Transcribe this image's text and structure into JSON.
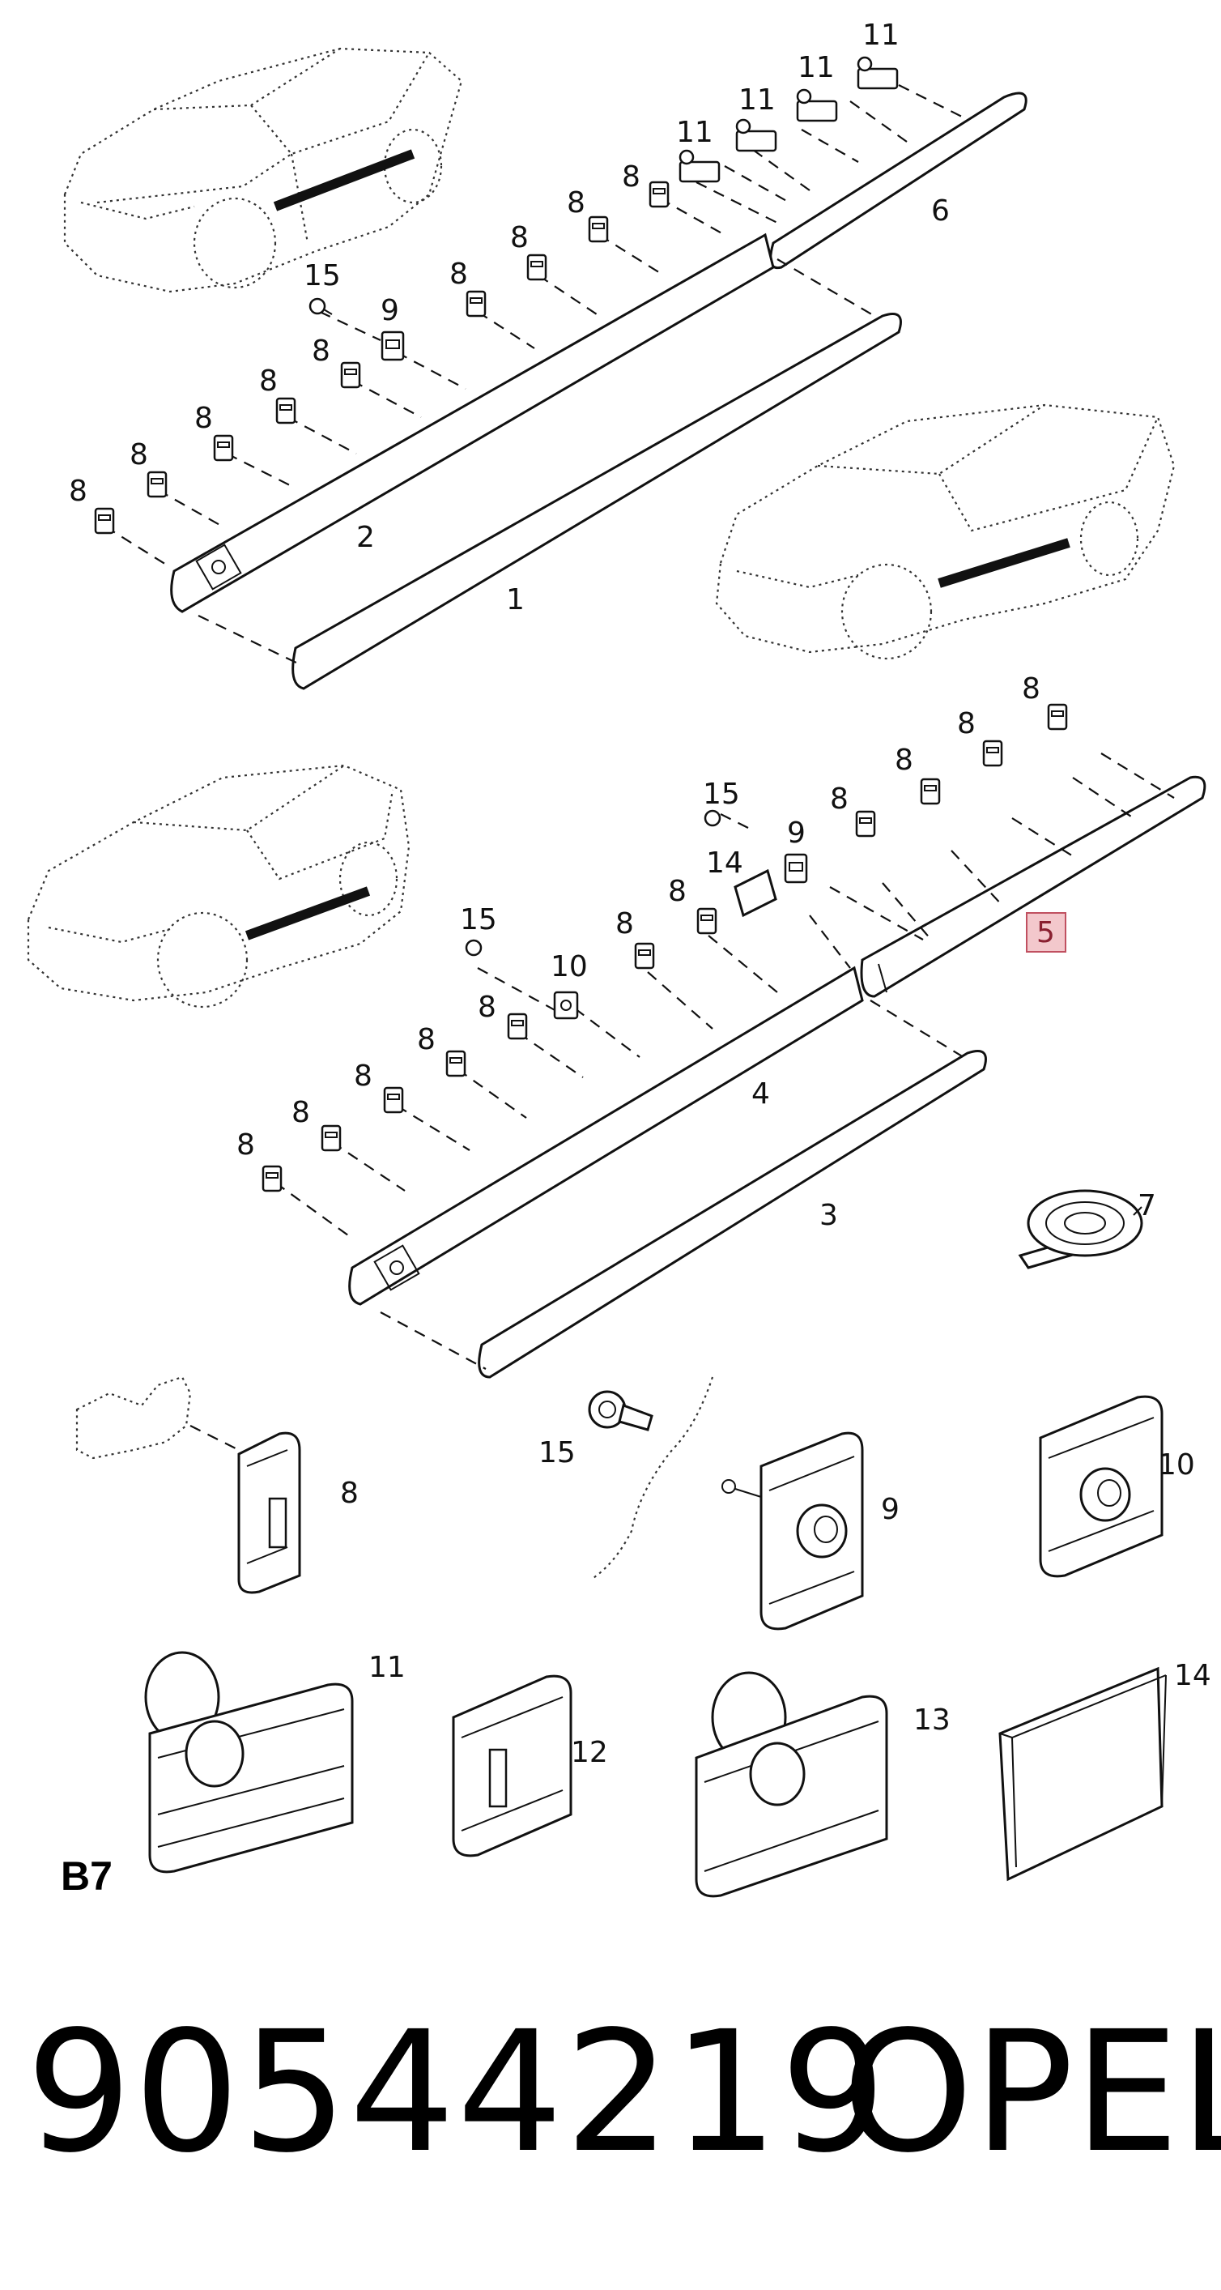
{
  "diagram": {
    "section_code": "B7",
    "highlight_color": "#f3c8cc",
    "callouts": [
      {
        "id": "c-11a",
        "text": "11"
      },
      {
        "id": "c-11b",
        "text": "11"
      },
      {
        "id": "c-11c",
        "text": "11"
      },
      {
        "id": "c-11d",
        "text": "11"
      },
      {
        "id": "c-6",
        "text": "6"
      },
      {
        "id": "c-15a",
        "text": "15"
      },
      {
        "id": "c-9a",
        "text": "9"
      },
      {
        "id": "c-2",
        "text": "2"
      },
      {
        "id": "c-1",
        "text": "1"
      },
      {
        "id": "c-5",
        "text": "5"
      },
      {
        "id": "c-15b",
        "text": "15"
      },
      {
        "id": "c-9b",
        "text": "9"
      },
      {
        "id": "c-14a",
        "text": "14"
      },
      {
        "id": "c-15c",
        "text": "15"
      },
      {
        "id": "c-10a",
        "text": "10"
      },
      {
        "id": "c-4",
        "text": "4"
      },
      {
        "id": "c-3",
        "text": "3"
      },
      {
        "id": "c-7",
        "text": "7"
      },
      {
        "id": "c-8-detail",
        "text": "8"
      },
      {
        "id": "c-15-detail",
        "text": "15"
      },
      {
        "id": "c-9-detail",
        "text": "9"
      },
      {
        "id": "c-10-detail",
        "text": "10"
      },
      {
        "id": "c-11-detail",
        "text": "11"
      },
      {
        "id": "c-12-detail",
        "text": "12"
      },
      {
        "id": "c-13-detail",
        "text": "13"
      },
      {
        "id": "c-14-detail",
        "text": "14"
      }
    ],
    "clip_label": "8"
  },
  "footer": {
    "part_number": "90544219",
    "brand": "OPEL"
  }
}
